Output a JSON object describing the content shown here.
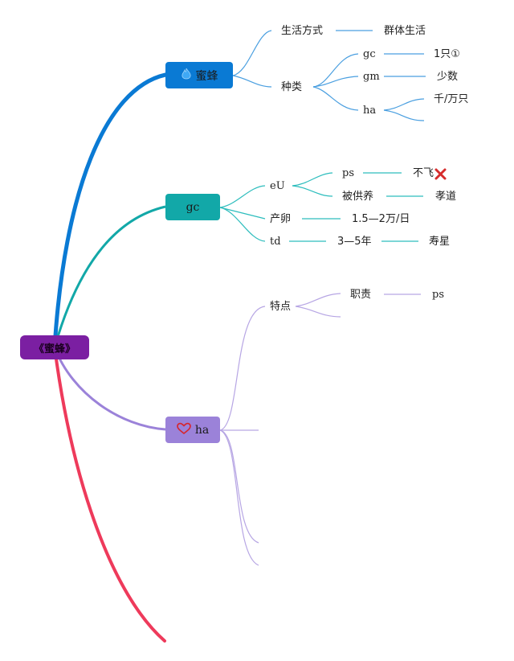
{
  "root": {
    "label": "《蜜蜂》",
    "color": "#7B1FA2"
  },
  "branches": {
    "bee": {
      "label": "蜜蜂",
      "icon": "flame-icon",
      "color": "#0A7AD4"
    },
    "gc": {
      "label": "gc",
      "color": "#12A8A8"
    },
    "ha": {
      "label": "ha",
      "icon": "heart-icon",
      "color": "#9B82D9"
    },
    "empty": {
      "color": "#EE3A5B"
    }
  },
  "bee": {
    "lifestyle": "生活方式",
    "lifestyle_value": "群体生活",
    "kinds": "种类",
    "gc": "gc",
    "gc_value": "1只①",
    "gm": "gm",
    "gm_value": "少数",
    "ha": "ha",
    "ha_value": "千/万只"
  },
  "gc": {
    "eu": "eU",
    "ps": "ps",
    "ps_value": "不飞",
    "fed": "被供养",
    "fed_value": "孝道",
    "eggs": "产卵",
    "eggs_value": "1.5—2万/日",
    "td": "td",
    "td_value": "3—5年",
    "td_value2": "寿星"
  },
  "ha": {
    "feature": "特点",
    "duty": "职责",
    "duty_value": "ps"
  }
}
